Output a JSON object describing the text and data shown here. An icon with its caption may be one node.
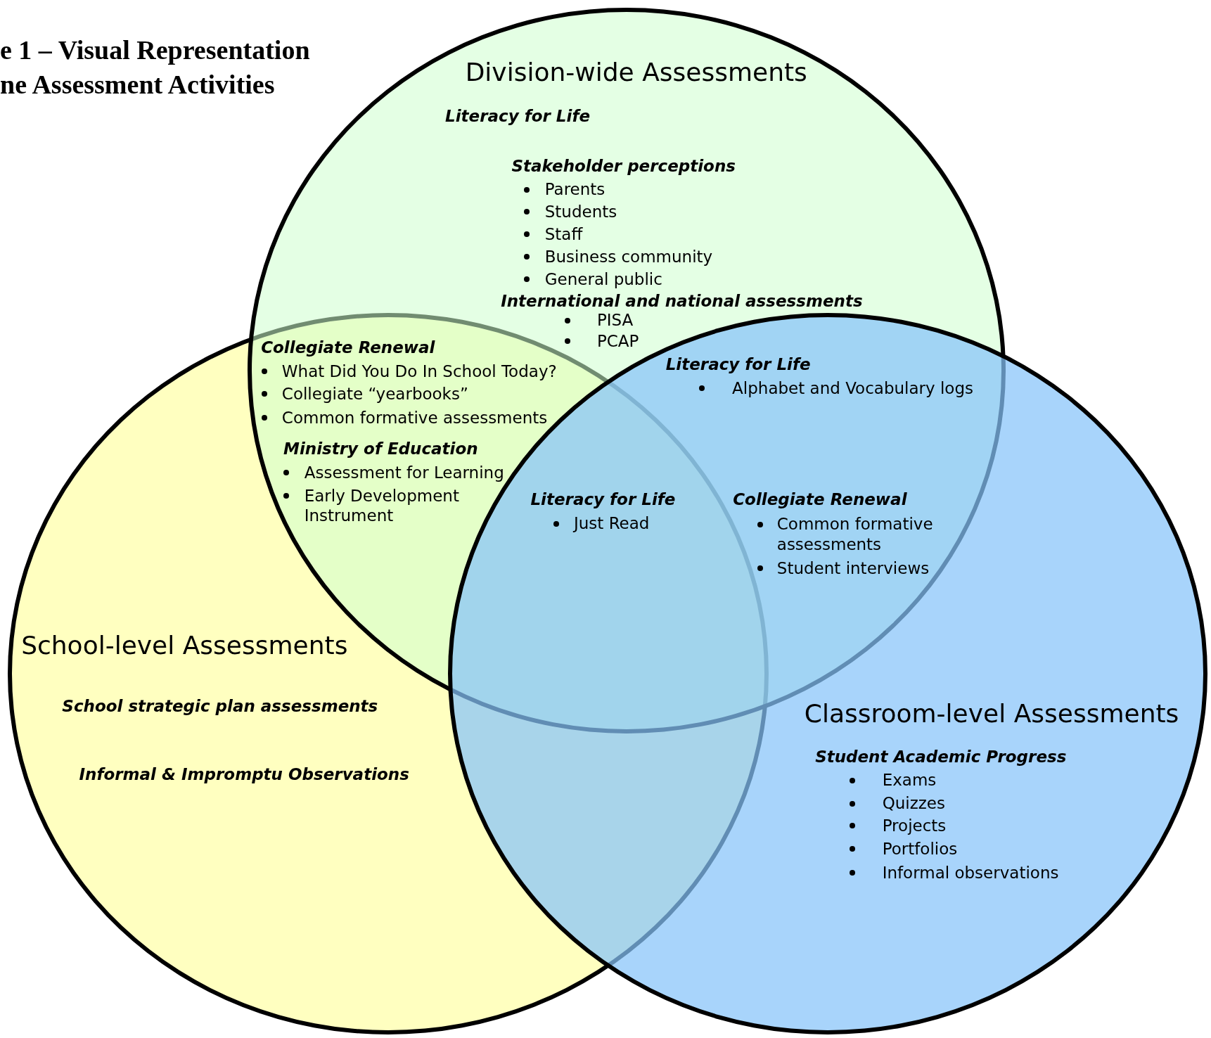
{
  "diagram": {
    "nodes": [
      {
        "text": [
          "Division-wide Assessments",
          "Literacy for Life",
          "Stakeholder perceptions",
          "Parents",
          "Students",
          "Staff",
          "Business community",
          "General public",
          "International and national assessments"
        ]
      },
      {
        "text": [
          "School-level Assessments",
          "School strategic plan assessments",
          "Informal & Impromptu Observations"
        ]
      },
      {
        "text": [
          "Classroom-level Assessments",
          "Student Academic Progress",
          "Exams",
          "Quizzes",
          "Projects",
          "Portfolios",
          "Informal observations"
        ]
      }
    ],
    "labels": [
      "e 1 – Visual Representation",
      "ne Assessment Activities",
      "PISA",
      "PCAP",
      "Collegiate Renewal",
      "What Did You Do In School Today?",
      "Collegiate “yearbooks”",
      "Common formative assessments",
      "Ministry of Education",
      "Assessment for Learning",
      "Early Development Instrument",
      "Literacy for Life",
      "Alphabet and Vocabulary logs",
      "Literacy for Life",
      "Just Read",
      "Collegiate Renewal",
      "Common formative assessments",
      "Student interviews"
    ]
  }
}
